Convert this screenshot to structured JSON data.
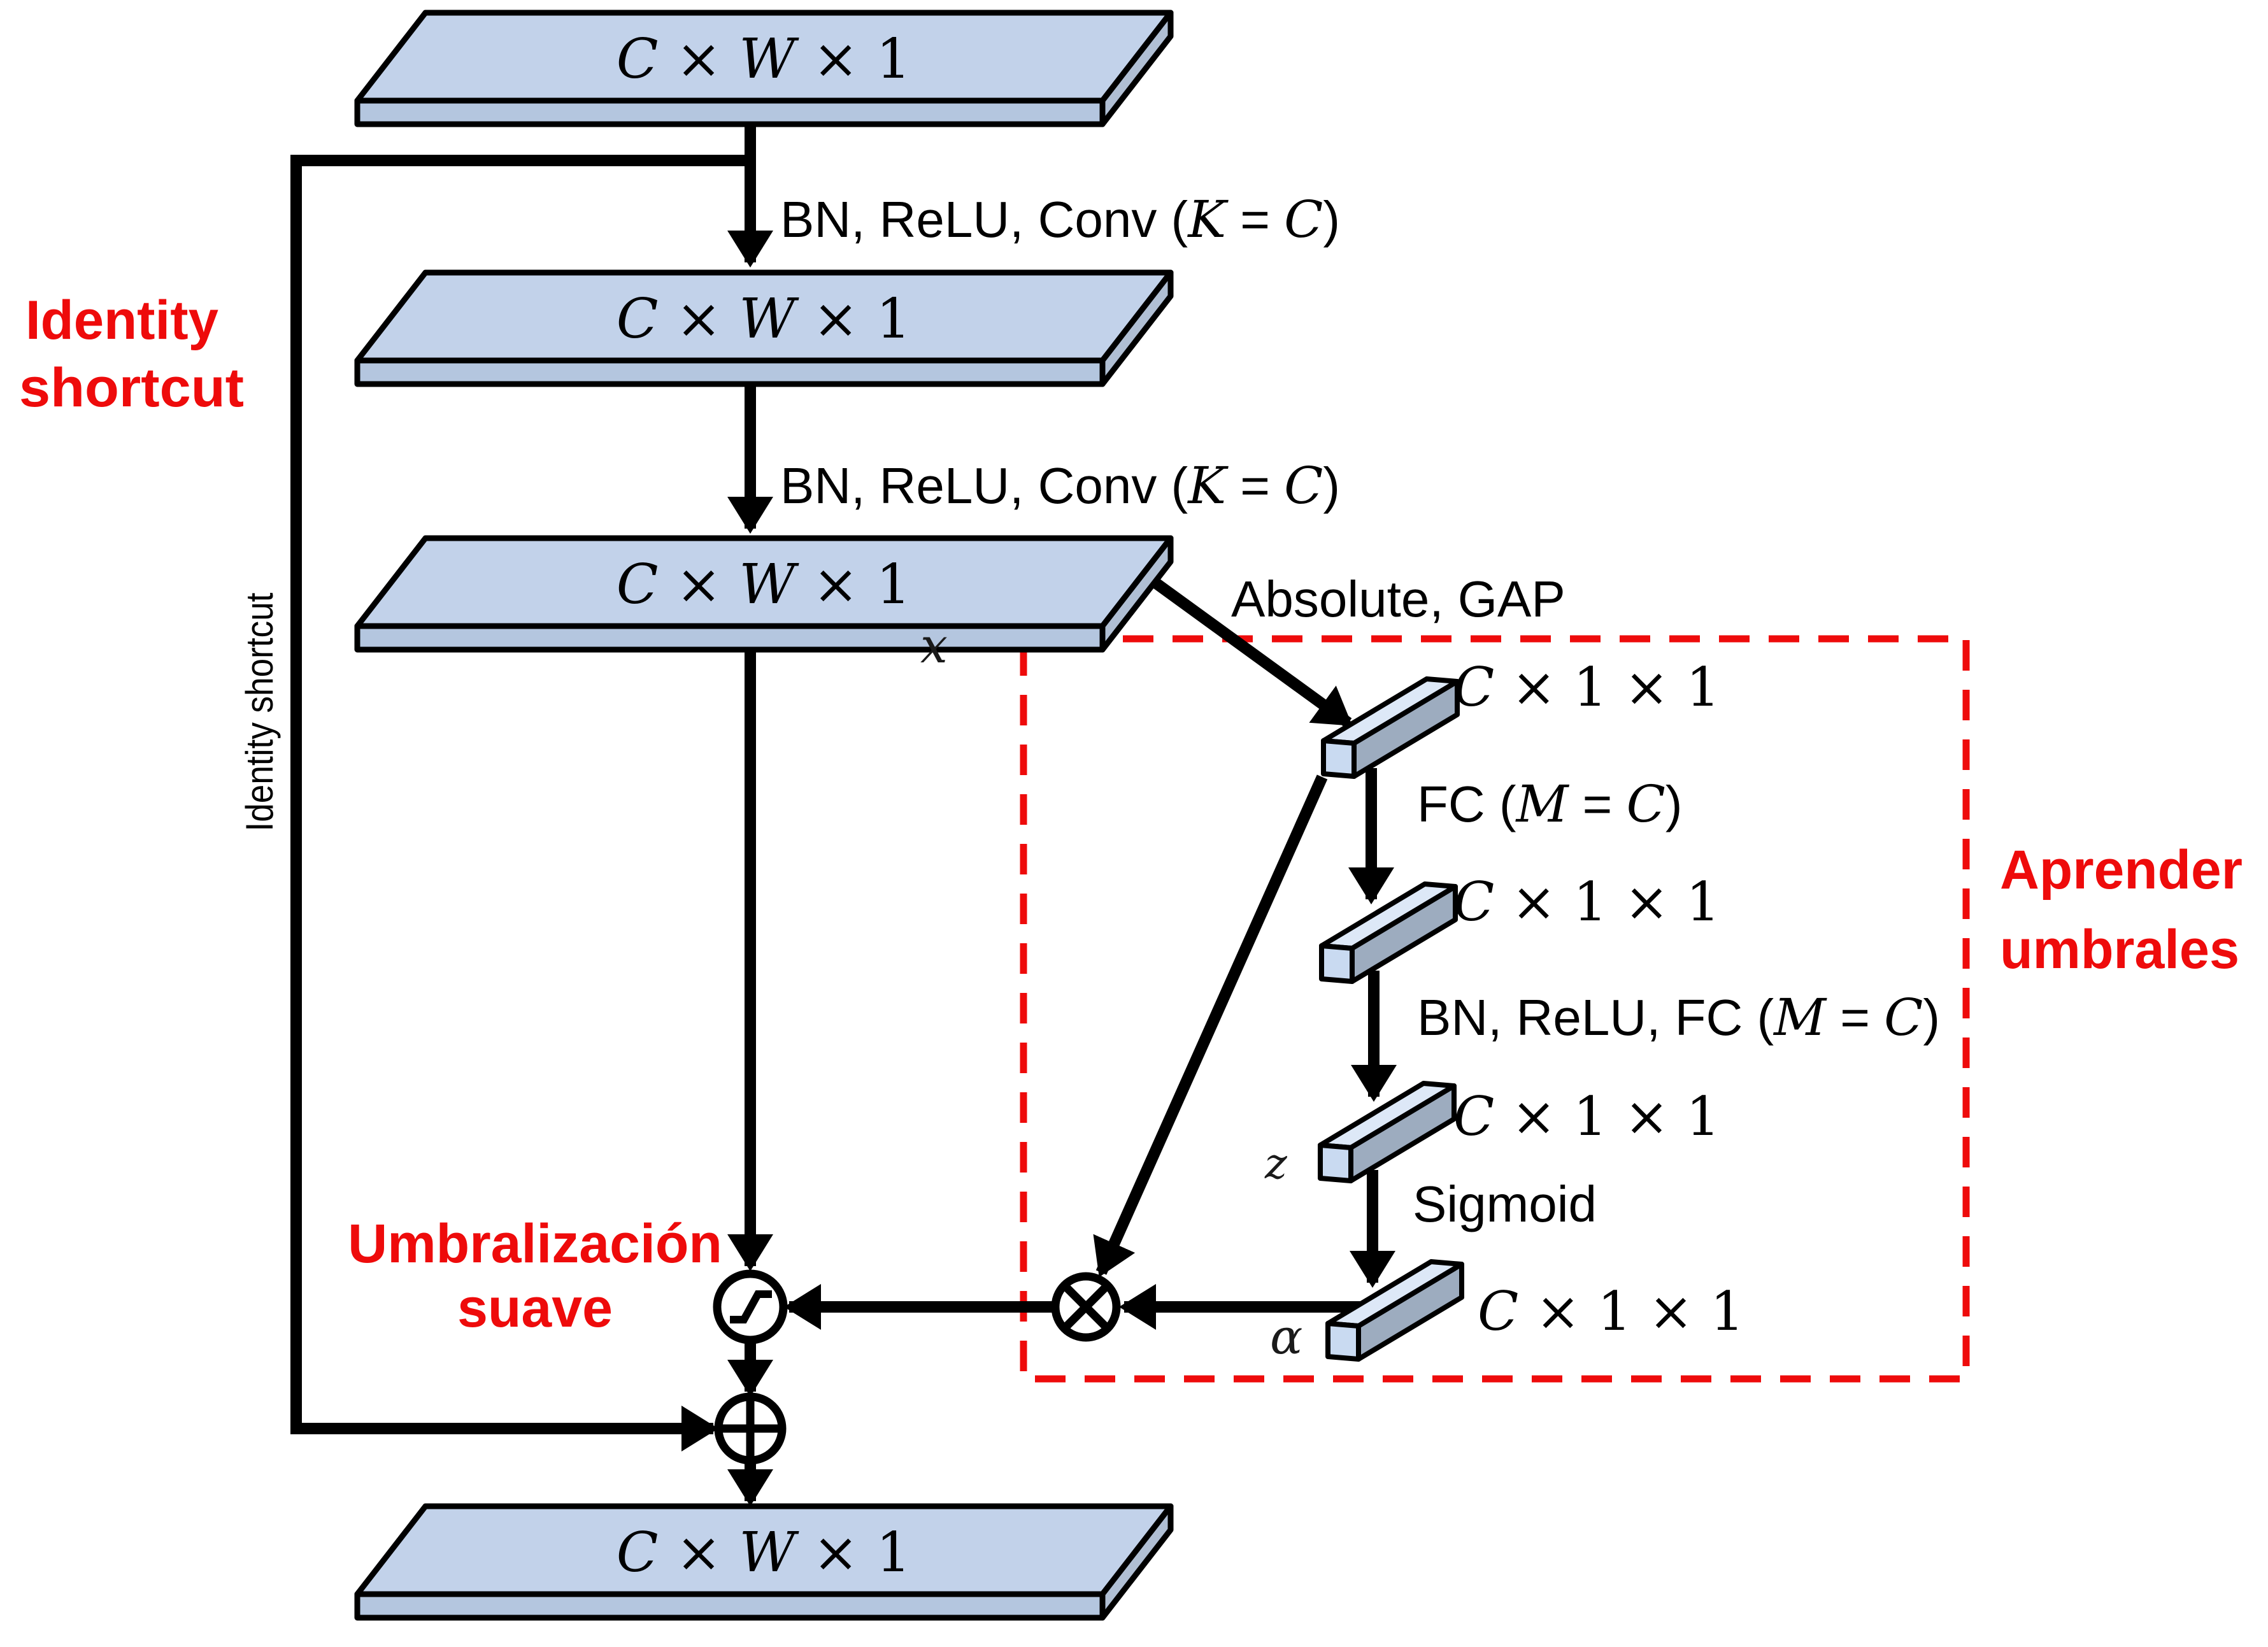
{
  "colors": {
    "accent_red": "#ee0b0b",
    "slab_top": "#c2d2ea",
    "slab_front": "#b4c6df",
    "slab_side": "#b0bfd4",
    "bar_end": "#c9daf1",
    "bar_top": "#dde8f7",
    "bar_side": "#9dacbf",
    "line": "#000000",
    "background": "#ffffff"
  },
  "slab": {
    "dim": [
      "C",
      " × ",
      "W",
      " × 1"
    ]
  },
  "bar": {
    "dim": [
      "C",
      " × 1 × 1"
    ]
  },
  "ops": {
    "conv": [
      "BN, ReLU, Conv (",
      "K",
      " = ",
      "C",
      ")"
    ],
    "absolute_gap": "Absolute, GAP",
    "fc": [
      "FC (",
      "M",
      " = ",
      "C",
      ")"
    ],
    "bn_relu_fc": [
      "BN, ReLU, FC (",
      "M",
      " = ",
      "C",
      ")"
    ],
    "sigmoid": "Sigmoid"
  },
  "vars": {
    "x": "x",
    "z": "z",
    "alpha": "α"
  },
  "notes": {
    "identity": [
      "Identity",
      "shortcut"
    ],
    "identity_rotated": "Identity shortcut",
    "soft_threshold": [
      "Umbralización",
      "suave"
    ],
    "learn_thresholds": [
      "Aprender",
      "umbrales"
    ]
  }
}
